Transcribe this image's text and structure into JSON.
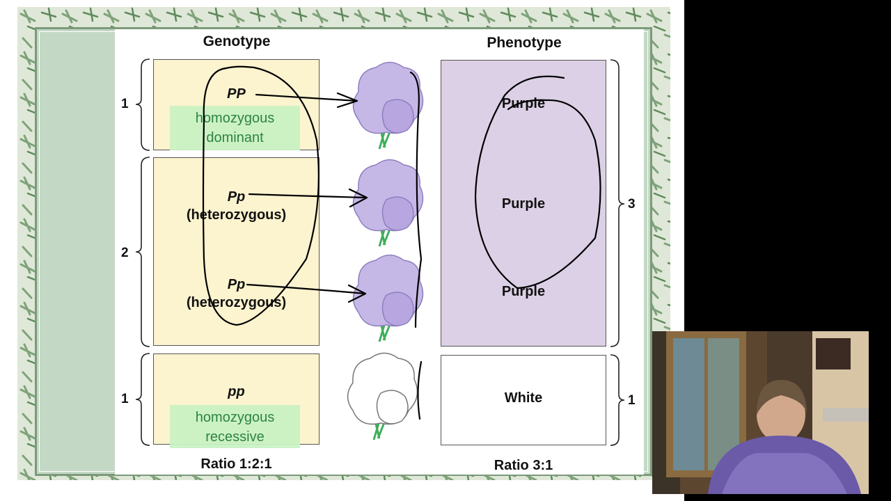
{
  "figure": {
    "genotype_header": "Genotype",
    "phenotype_header": "Phenotype",
    "rows": [
      {
        "genotype": "PP",
        "description": "",
        "phenotype": "Purple",
        "count_label": "1"
      },
      {
        "genotype": "Pp",
        "description": "(heterozygous)",
        "phenotype": "Purple"
      },
      {
        "genotype": "Pp",
        "description": "(heterozygous)",
        "phenotype": "Purple"
      },
      {
        "genotype": "pp",
        "description": "",
        "phenotype": "White",
        "count_label": "1"
      }
    ],
    "hetero_count_label": "2",
    "purple_total_label": "3",
    "white_total_label": "1",
    "genotype_ratio": "Ratio 1:2:1",
    "phenotype_ratio": "Ratio 3:1",
    "highlights": [
      {
        "line1": "homozygous",
        "line2": "dominant"
      },
      {
        "line1": "homozygous",
        "line2": "recessive"
      }
    ],
    "colors": {
      "genotype_box": "#fcf3cf",
      "phenotype_purple": "#dcd0e6",
      "phenotype_white": "#ffffff",
      "highlight_bg": "#c9f2c4",
      "highlight_text": "#1f7a3a",
      "flower_purple": "#c6b8e6",
      "flower_white": "#ffffff"
    }
  },
  "webcam": {
    "description_icon": "webcam-presenter"
  }
}
